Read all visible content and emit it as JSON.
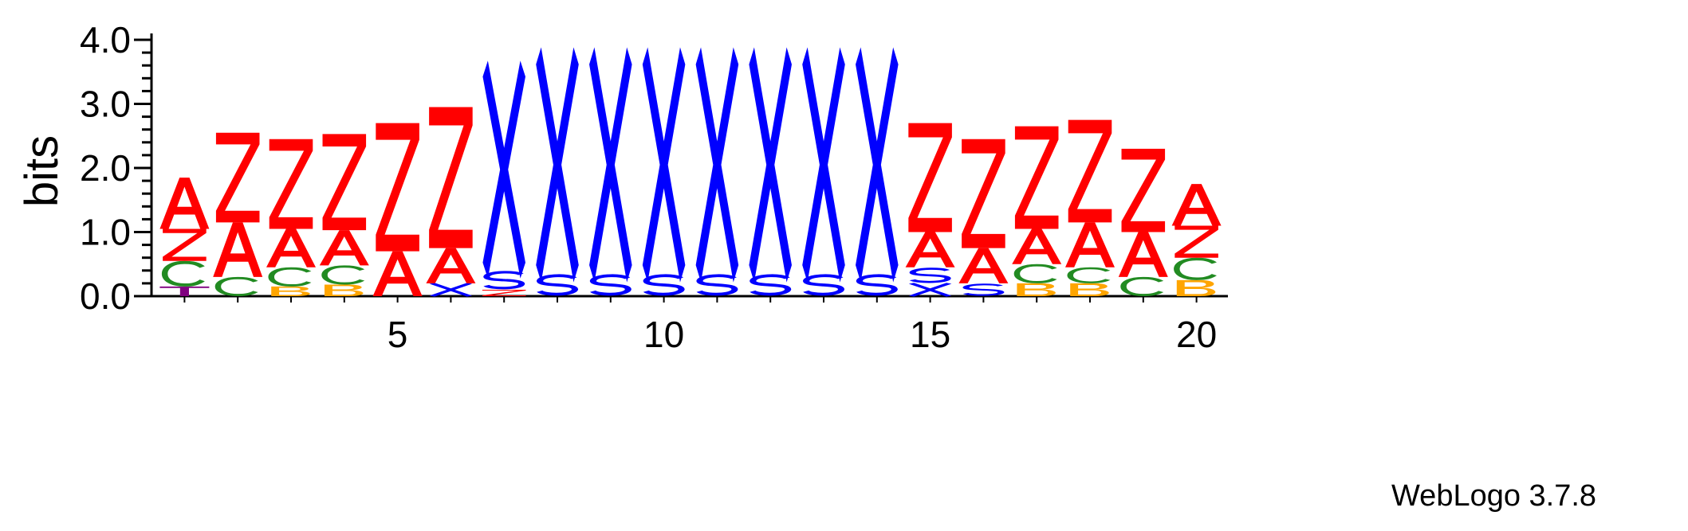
{
  "chart_data": {
    "type": "sequence-logo",
    "ylabel": "bits",
    "ylim": [
      0,
      4.0
    ],
    "yticks": [
      "0.0",
      "1.0",
      "2.0",
      "3.0",
      "4.0"
    ],
    "x_ticks": [
      5,
      10,
      15,
      20
    ],
    "footer": "WebLogo 3.7.8",
    "colors": {
      "A": "#ff0000",
      "Z": "#ff0000",
      "X": "#0000ff",
      "S": "#0000ff",
      "C": "#228b22",
      "B": "#ffa500",
      "T": "#800080"
    },
    "positions": [
      {
        "pos": 1,
        "stack": [
          [
            "T",
            0.15
          ],
          [
            "C",
            0.4
          ],
          [
            "Z",
            0.5
          ],
          [
            "A",
            0.8
          ]
        ]
      },
      {
        "pos": 2,
        "stack": [
          [
            "C",
            0.3
          ],
          [
            "A",
            0.85
          ],
          [
            "Z",
            1.4
          ]
        ]
      },
      {
        "pos": 3,
        "stack": [
          [
            "B",
            0.15
          ],
          [
            "C",
            0.3
          ],
          [
            "A",
            0.6
          ],
          [
            "Z",
            1.4
          ]
        ]
      },
      {
        "pos": 4,
        "stack": [
          [
            "B",
            0.18
          ],
          [
            "C",
            0.3
          ],
          [
            "A",
            0.55
          ],
          [
            "Z",
            1.5
          ]
        ]
      },
      {
        "pos": 5,
        "stack": [
          [
            "A",
            0.7
          ],
          [
            "Z",
            2.0
          ]
        ]
      },
      {
        "pos": 6,
        "stack": [
          [
            "X",
            0.2
          ],
          [
            "A",
            0.55
          ],
          [
            "Z",
            2.2
          ]
        ]
      },
      {
        "pos": 7,
        "stack": [
          [
            "Z",
            0.1
          ],
          [
            "S",
            0.3
          ],
          [
            "X",
            3.15
          ]
        ]
      },
      {
        "pos": 8,
        "stack": [
          [
            "S",
            0.35
          ],
          [
            "X",
            3.4
          ]
        ]
      },
      {
        "pos": 9,
        "stack": [
          [
            "S",
            0.35
          ],
          [
            "X",
            3.4
          ]
        ]
      },
      {
        "pos": 10,
        "stack": [
          [
            "S",
            0.35
          ],
          [
            "X",
            3.4
          ]
        ]
      },
      {
        "pos": 11,
        "stack": [
          [
            "S",
            0.35
          ],
          [
            "X",
            3.4
          ]
        ]
      },
      {
        "pos": 12,
        "stack": [
          [
            "S",
            0.35
          ],
          [
            "X",
            3.4
          ]
        ]
      },
      {
        "pos": 13,
        "stack": [
          [
            "S",
            0.35
          ],
          [
            "X",
            3.4
          ]
        ]
      },
      {
        "pos": 14,
        "stack": [
          [
            "S",
            0.35
          ],
          [
            "X",
            3.4
          ]
        ]
      },
      {
        "pos": 15,
        "stack": [
          [
            "X",
            0.2
          ],
          [
            "S",
            0.25
          ],
          [
            "A",
            0.55
          ],
          [
            "Z",
            1.7
          ]
        ]
      },
      {
        "pos": 16,
        "stack": [
          [
            "S",
            0.2
          ],
          [
            "A",
            0.55
          ],
          [
            "Z",
            1.7
          ]
        ]
      },
      {
        "pos": 17,
        "stack": [
          [
            "B",
            0.2
          ],
          [
            "C",
            0.3
          ],
          [
            "A",
            0.55
          ],
          [
            "Z",
            1.6
          ]
        ]
      },
      {
        "pos": 18,
        "stack": [
          [
            "B",
            0.2
          ],
          [
            "C",
            0.25
          ],
          [
            "A",
            0.7
          ],
          [
            "Z",
            1.6
          ]
        ]
      },
      {
        "pos": 19,
        "stack": [
          [
            "C",
            0.3
          ],
          [
            "A",
            0.7
          ],
          [
            "Z",
            1.3
          ]
        ]
      },
      {
        "pos": 20,
        "stack": [
          [
            "B",
            0.25
          ],
          [
            "C",
            0.35
          ],
          [
            "Z",
            0.5
          ],
          [
            "A",
            0.65
          ]
        ]
      }
    ]
  }
}
